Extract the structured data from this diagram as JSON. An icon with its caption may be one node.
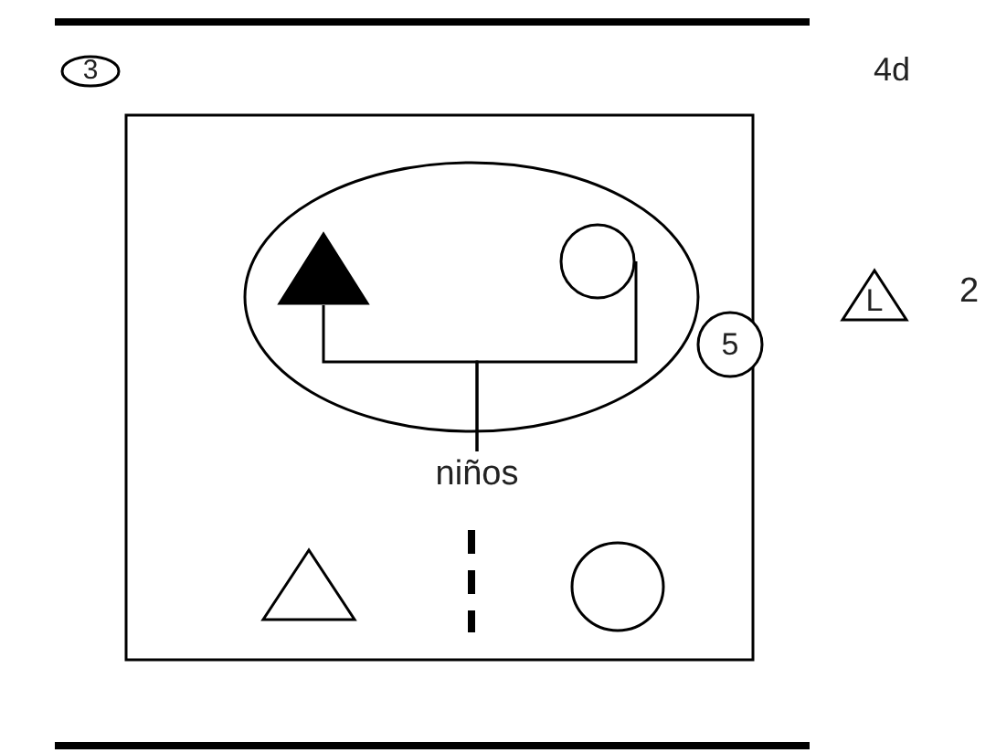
{
  "diagram": {
    "nodes": [
      {
        "text": [
          "3"
        ]
      },
      {
        "text": [],
        "shape": "box"
      },
      {
        "text": [],
        "shape": "ellipse",
        "in": 1
      },
      {
        "text": [],
        "shape": "triangle",
        "in": 2
      },
      {
        "text": [],
        "shape": "circle",
        "in": 2
      },
      {
        "text": [
          "niños"
        ],
        "in": 1
      },
      {
        "text": [
          "5"
        ]
      },
      {
        "text": [
          "L"
        ],
        "beside": [
          "2"
        ]
      },
      {
        "text": [],
        "shape": "triangle",
        "in": 1
      },
      {
        "text": [],
        "shape": "circle",
        "in": 1
      }
    ],
    "edges": [
      {
        "from": 3,
        "to": 5,
        "arrow": "none"
      },
      {
        "from": 4,
        "to": 5,
        "arrow": "none"
      }
    ],
    "labels": [
      "4d"
    ]
  }
}
